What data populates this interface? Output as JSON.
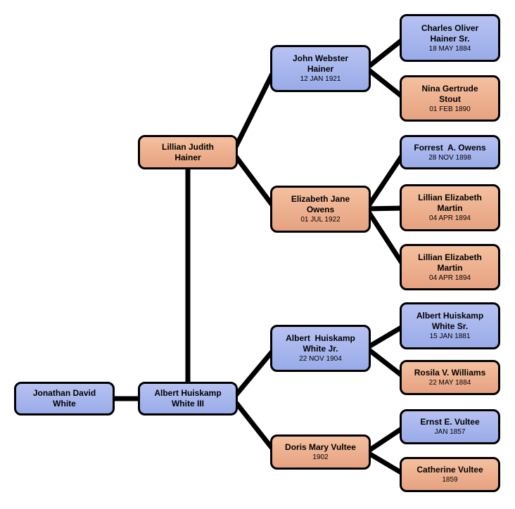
{
  "diagram": {
    "type": "family-tree",
    "background": "#ffffff",
    "connector_color": "#000000",
    "border_color": "#000000",
    "text_color": "#000000",
    "male_fill_top": "#b7c2f2",
    "male_fill_bottom": "#99abe8",
    "female_fill_top": "#f4c09f",
    "female_fill_bottom": "#e6a281"
  },
  "nodes": [
    {
      "id": "jonathan-david-white",
      "sex": "male",
      "line1": "Jonathan David",
      "line2": "White",
      "date": ""
    },
    {
      "id": "lillian-judith-hainer",
      "sex": "female",
      "line1": "Lillian Judith",
      "line2": "Hainer",
      "date": ""
    },
    {
      "id": "albert-huiskamp-white-iii",
      "sex": "male",
      "line1": "Albert Huiskamp",
      "line2": "White III",
      "date": ""
    },
    {
      "id": "john-webster-hainer",
      "sex": "male",
      "line1": "John Webster",
      "line2": "Hainer",
      "date": "12 JAN 1921"
    },
    {
      "id": "elizabeth-jane-owens",
      "sex": "female",
      "line1": "Elizabeth Jane",
      "line2": "Owens",
      "date": "01 JUL 1922"
    },
    {
      "id": "albert-huiskamp-white-jr",
      "sex": "male",
      "line1": "Albert  Huiskamp",
      "line2": "White Jr.",
      "date": "22 NOV 1904"
    },
    {
      "id": "doris-mary-vultee",
      "sex": "female",
      "line1": "Doris Mary Vultee",
      "line2": "",
      "date": "1902"
    },
    {
      "id": "charles-oliver-hainer-sr",
      "sex": "male",
      "line1": "Charles Oliver",
      "line2": "Hainer Sr.",
      "date": "18 MAY 1884"
    },
    {
      "id": "nina-gertrude-stout",
      "sex": "female",
      "line1": "Nina Gertrude",
      "line2": "Stout",
      "date": "01 FEB 1890"
    },
    {
      "id": "forrest-a-owens",
      "sex": "male",
      "line1": "Forrest  A. Owens",
      "line2": "",
      "date": "28 NOV 1898"
    },
    {
      "id": "lillian-elizabeth-martin-1",
      "sex": "female",
      "line1": "Lillian Elizabeth",
      "line2": "Martin",
      "date": "04 APR 1894"
    },
    {
      "id": "lillian-elizabeth-martin-2",
      "sex": "female",
      "line1": "Lillian Elizabeth",
      "line2": "Martin",
      "date": "04 APR 1894"
    },
    {
      "id": "albert-huiskamp-white-sr",
      "sex": "male",
      "line1": "Albert Huiskamp",
      "line2": "White Sr.",
      "date": "15 JAN 1881"
    },
    {
      "id": "rosila-v-williams",
      "sex": "female",
      "line1": "Rosila V. Williams",
      "line2": "",
      "date": "22 MAY 1884"
    },
    {
      "id": "ernst-e-vultee",
      "sex": "male",
      "line1": "Ernst E. Vultee",
      "line2": "",
      "date": "JAN 1857"
    },
    {
      "id": "catherine-vultee",
      "sex": "female",
      "line1": "Catherine Vultee",
      "line2": "",
      "date": "1859"
    }
  ],
  "edges": [
    {
      "from": "lillian-judith-hainer",
      "to": "albert-huiskamp-white-iii"
    },
    {
      "from": "jonathan-david-white",
      "to": "albert-huiskamp-white-iii"
    },
    {
      "from": "lillian-judith-hainer",
      "to": "john-webster-hainer"
    },
    {
      "from": "lillian-judith-hainer",
      "to": "elizabeth-jane-owens"
    },
    {
      "from": "john-webster-hainer",
      "to": "charles-oliver-hainer-sr"
    },
    {
      "from": "john-webster-hainer",
      "to": "nina-gertrude-stout"
    },
    {
      "from": "elizabeth-jane-owens",
      "to": "forrest-a-owens"
    },
    {
      "from": "elizabeth-jane-owens",
      "to": "lillian-elizabeth-martin-1"
    },
    {
      "from": "elizabeth-jane-owens",
      "to": "lillian-elizabeth-martin-2"
    },
    {
      "from": "albert-huiskamp-white-iii",
      "to": "albert-huiskamp-white-jr"
    },
    {
      "from": "albert-huiskamp-white-iii",
      "to": "doris-mary-vultee"
    },
    {
      "from": "albert-huiskamp-white-jr",
      "to": "albert-huiskamp-white-sr"
    },
    {
      "from": "albert-huiskamp-white-jr",
      "to": "rosila-v-williams"
    },
    {
      "from": "doris-mary-vultee",
      "to": "ernst-e-vultee"
    },
    {
      "from": "doris-mary-vultee",
      "to": "catherine-vultee"
    }
  ]
}
